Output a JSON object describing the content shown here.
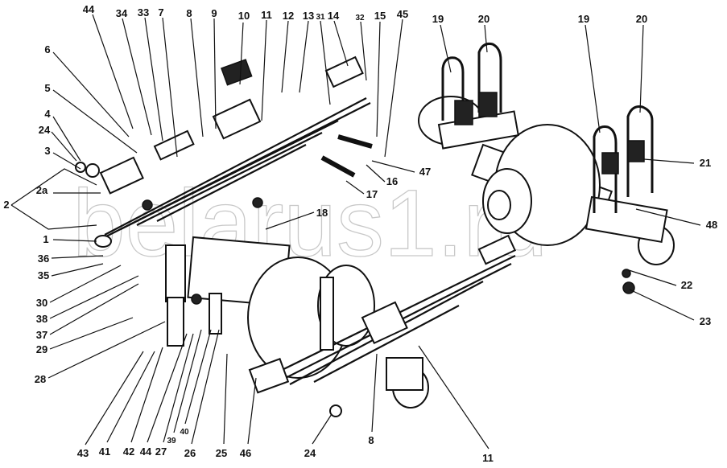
{
  "diagram": {
    "watermark": "belarus1.ru",
    "labels": [
      "44",
      "34",
      "33",
      "7",
      "8",
      "9",
      "10",
      "11",
      "12",
      "13",
      "31",
      "14",
      "32",
      "15",
      "45",
      "19",
      "20",
      "19",
      "20",
      "6",
      "5",
      "4",
      "24",
      "3",
      "2a",
      "2",
      "1",
      "36",
      "35",
      "30",
      "38",
      "37",
      "29",
      "28",
      "43",
      "41",
      "42",
      "44",
      "27",
      "39",
      "40",
      "26",
      "25",
      "46",
      "24",
      "8",
      "11",
      "47",
      "16",
      "17",
      "18",
      "21",
      "48",
      "22",
      "23"
    ]
  }
}
